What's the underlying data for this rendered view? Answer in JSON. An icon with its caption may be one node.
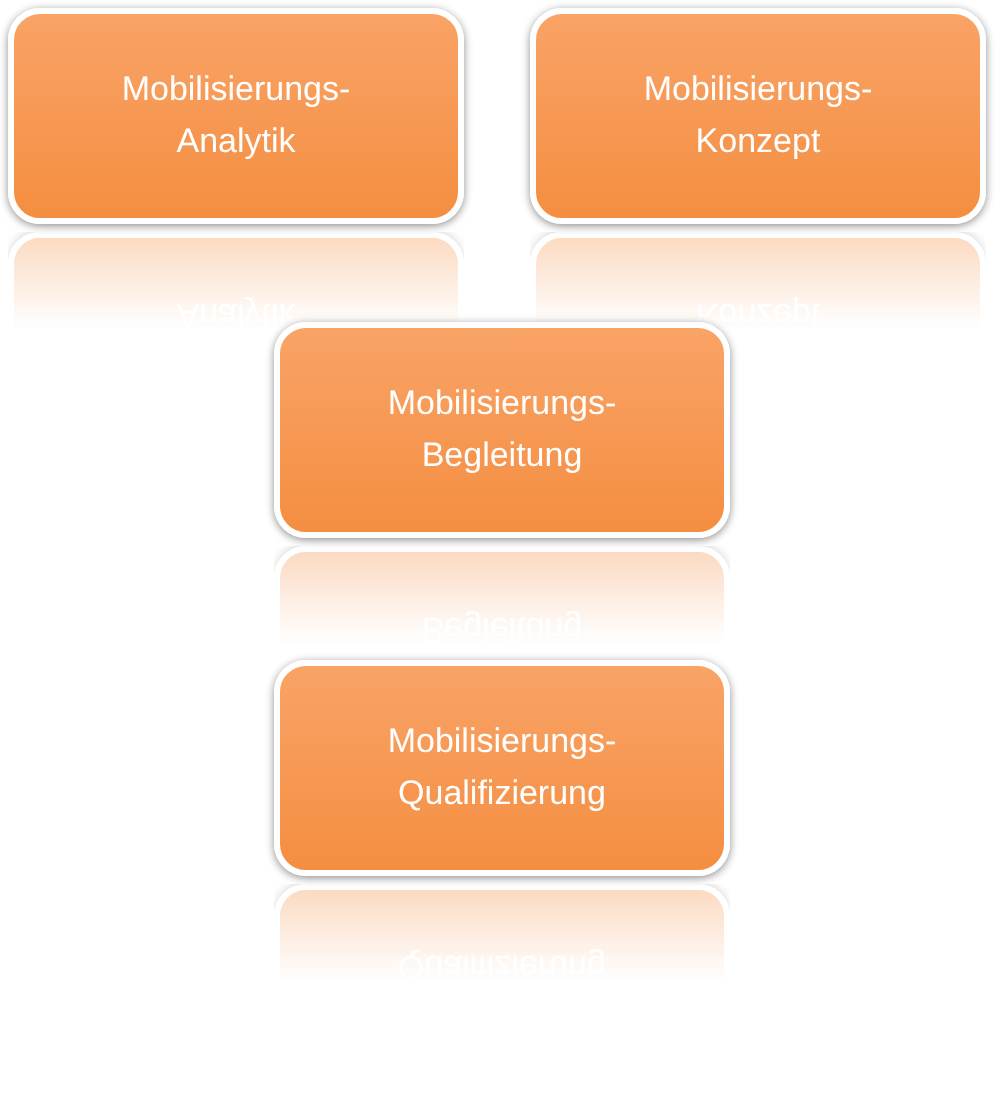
{
  "diagram": {
    "nodes": [
      {
        "text": [
          "Mobilisierungs- Analytik"
        ]
      },
      {
        "text": [
          "Mobilisierungs- Konzept"
        ]
      },
      {
        "text": [
          "Mobilisierungs- Begleitung"
        ]
      },
      {
        "text": [
          "Mobilisierungs- Qualifizierung"
        ]
      }
    ]
  }
}
